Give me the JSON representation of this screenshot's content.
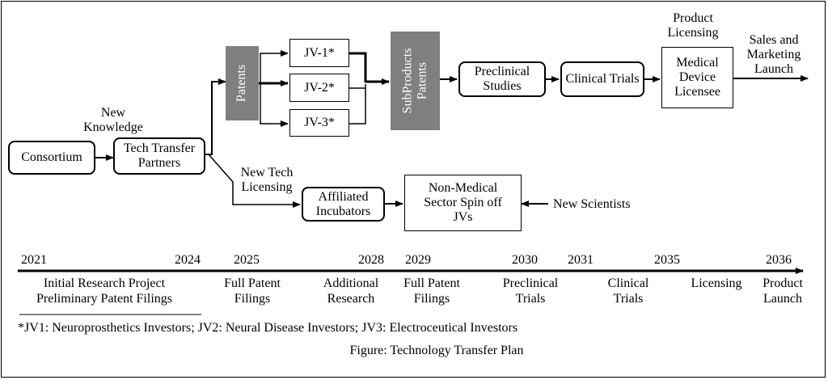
{
  "boxes": {
    "consortium": "Consortium",
    "tech_transfer": "Tech Transfer\nPartners",
    "patents": "Patents",
    "jv1": "JV-1*",
    "jv2": "JV-2*",
    "jv3": "JV-3*",
    "subproducts": "SubProducts\nPatents",
    "preclinical": "Preclinical\nStudies",
    "clinical": "Clinical Trials",
    "licensee": "Medical\nDevice\nLicensee",
    "incubators": "Affiliated\nIncubators",
    "nonmedical": "Non-Medical\nSector Spin off\nJVs"
  },
  "labels": {
    "new_knowledge": "New\nKnowledge",
    "new_tech": "New Tech\nLicensing",
    "product_licensing": "Product\nLicensing",
    "sales": "Sales and\nMarketing\nLaunch",
    "new_scientists": "New Scientists"
  },
  "timeline": {
    "years": [
      "2021",
      "2024",
      "2025",
      "2028",
      "2029",
      "2030",
      "2031",
      "2035",
      "2036"
    ],
    "milestones": [
      "Initial Research Project\nPreliminary Patent Filings",
      "Full Patent\nFilings",
      "Additional\nResearch",
      "Full Patent\nFilings",
      "Preclinical\nTrials",
      "Clinical\nTrials",
      "Licensing",
      "Product\nLaunch"
    ]
  },
  "footnote": "*JV1: Neuroprosthetics Investors; JV2: Neural Disease Investors; JV3: Electroceutical Investors",
  "caption": "Figure: Technology Transfer Plan"
}
